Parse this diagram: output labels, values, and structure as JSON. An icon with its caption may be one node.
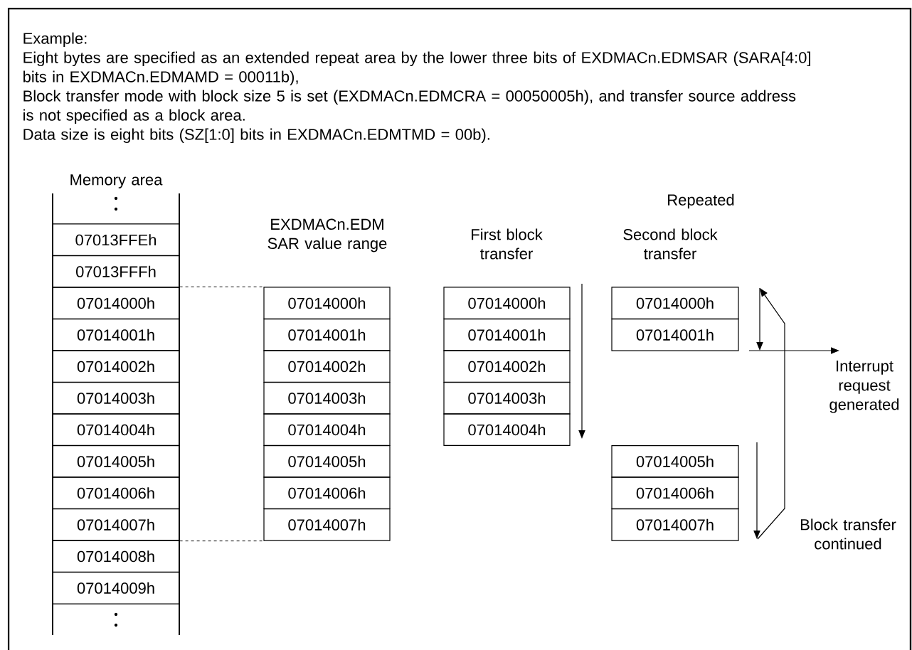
{
  "diagram": {
    "nodes": [
      {
        "text": [
          "07013FFEh"
        ]
      },
      {
        "text": [
          "07013FFFh"
        ]
      },
      {
        "text": [
          "07014000h"
        ]
      },
      {
        "text": [
          "07014001h"
        ]
      },
      {
        "text": [
          "07014002h"
        ]
      },
      {
        "text": [
          "07014003h"
        ]
      },
      {
        "text": [
          "07014004h"
        ]
      },
      {
        "text": [
          "07014005h"
        ]
      },
      {
        "text": [
          "07014006h"
        ]
      },
      {
        "text": [
          "07014007h"
        ]
      },
      {
        "text": [
          "07014008h"
        ]
      },
      {
        "text": [
          "07014009h"
        ]
      },
      {
        "text": [
          "07014000h"
        ]
      },
      {
        "text": [
          "07014001h"
        ]
      },
      {
        "text": [
          "07014002h"
        ]
      },
      {
        "text": [
          "07014003h"
        ]
      },
      {
        "text": [
          "07014004h"
        ]
      },
      {
        "text": [
          "07014005h"
        ]
      },
      {
        "text": [
          "07014006h"
        ]
      },
      {
        "text": [
          "07014007h"
        ]
      },
      {
        "text": [
          "07014000h"
        ]
      },
      {
        "text": [
          "07014001h"
        ]
      },
      {
        "text": [
          "07014002h"
        ]
      },
      {
        "text": [
          "07014003h"
        ]
      },
      {
        "text": [
          "07014004h"
        ]
      },
      {
        "text": [
          "07014000h"
        ]
      },
      {
        "text": [
          "07014001h"
        ]
      },
      {
        "text": [
          "07014005h"
        ]
      },
      {
        "text": [
          "07014006h"
        ]
      },
      {
        "text": [
          "07014007h"
        ]
      }
    ],
    "edges": [
      {
        "from": 2,
        "to": 12,
        "arrow": "none",
        "style": "dashed"
      },
      {
        "from": 9,
        "to": 19,
        "arrow": "none",
        "style": "dashed"
      }
    ],
    "labels": [
      "Example:",
      "Eight bytes are specified as an extended repeat area by the lower three bits of EXDMACn.EDMSAR (SARA[4:0] bits in EXDMACn.EDMAMD = 00011b),",
      "Block transfer mode with block size 5 is set (EXDMACn.EDMCRA = 00050005h), and transfer source address is not specified as a block area.",
      "Data size is eight bits (SZ[1:0] bits in EXDMACn.EDMTMD = 00b).",
      "Memory area",
      "EXDMACn.EDM SAR value range",
      "First block transfer",
      "Repeated",
      "Second block transfer",
      "Interrupt request generated",
      "Block transfer continued"
    ]
  }
}
